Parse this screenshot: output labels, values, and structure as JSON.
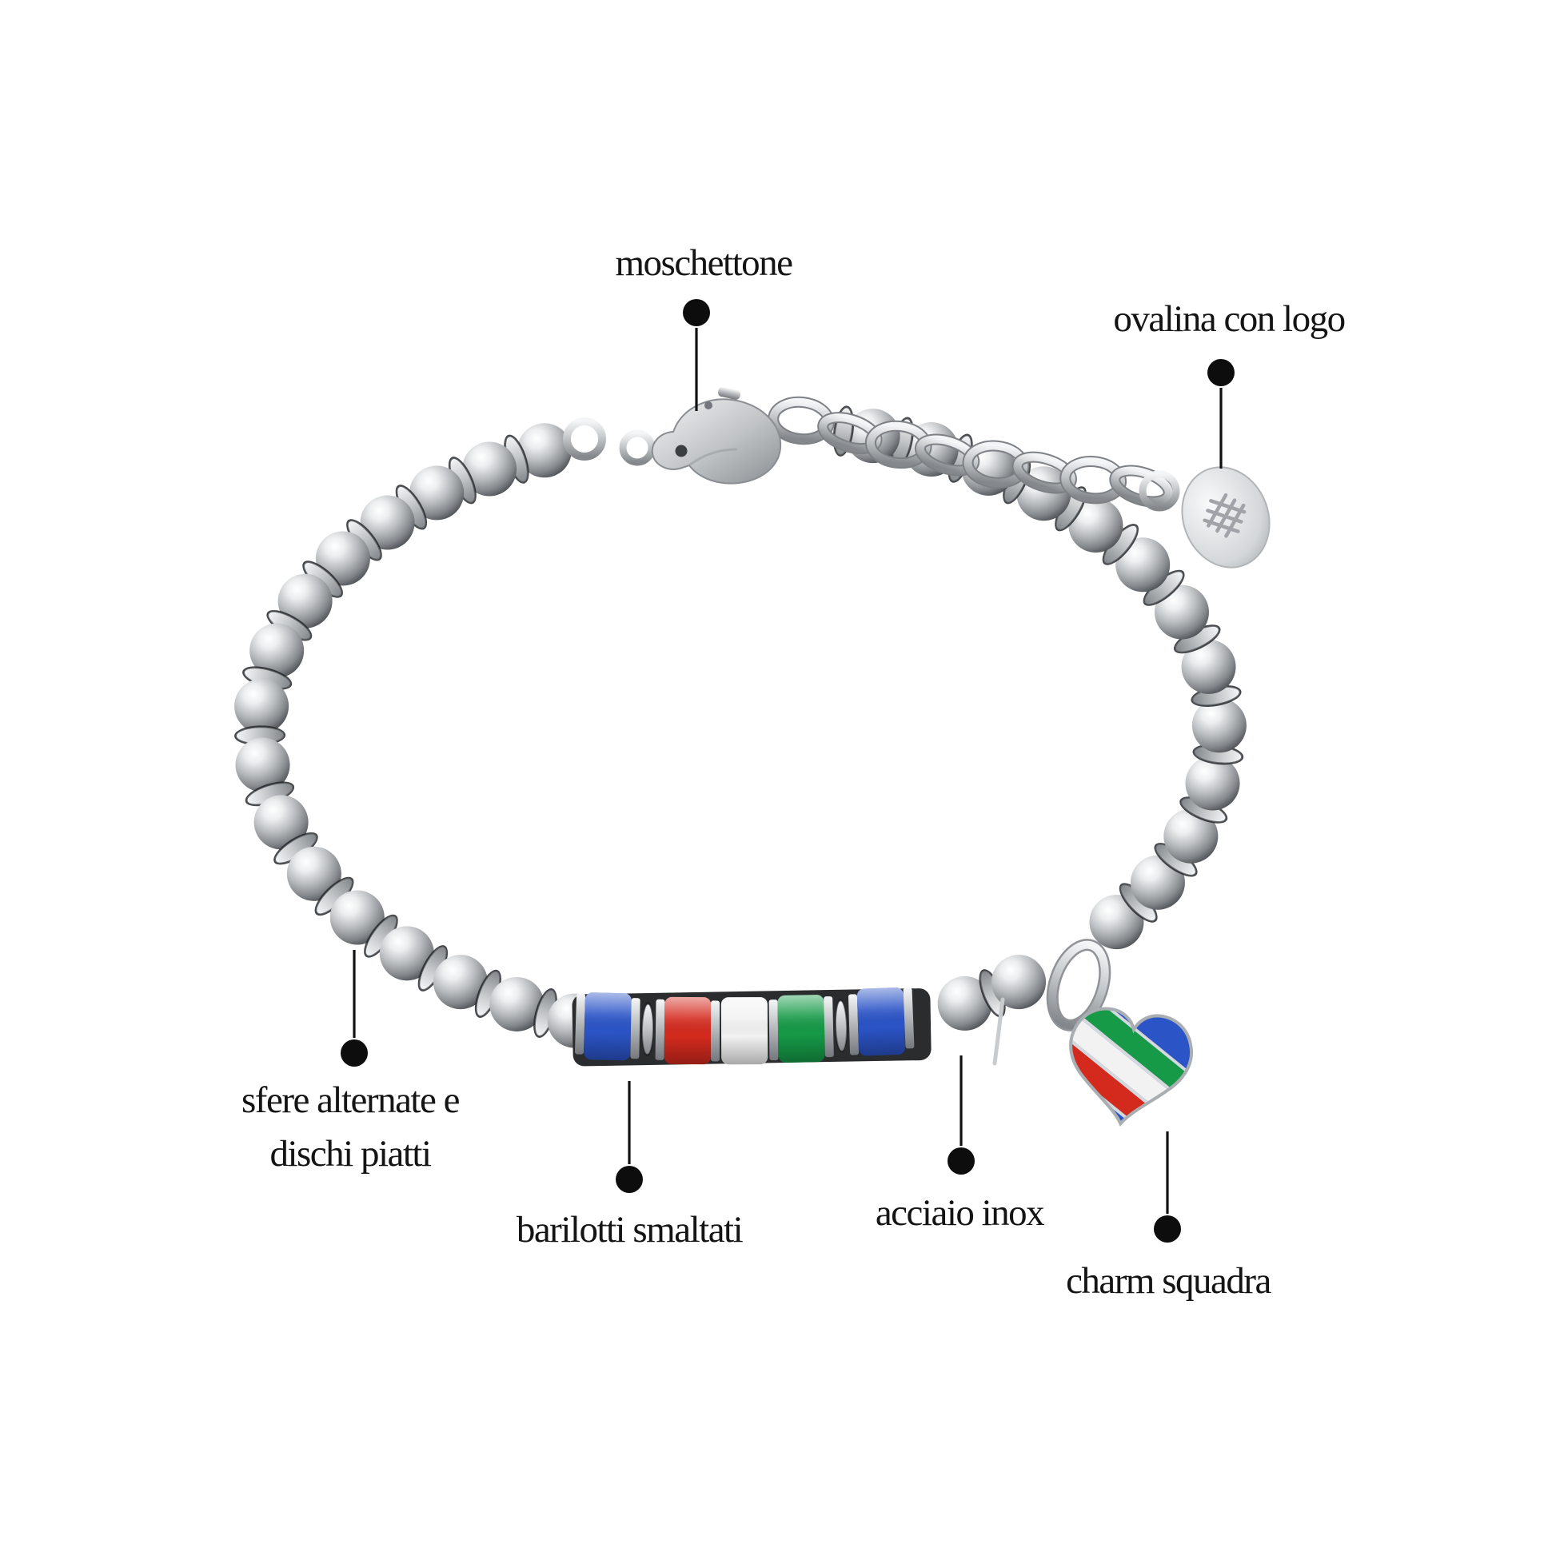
{
  "canvas": {
    "background": "#ffffff"
  },
  "annotations": {
    "moschettone": "moschettone",
    "ovalina": "ovalina con logo",
    "sfere_line1": "sfere alternate e",
    "sfere_line2": "dischi piatti",
    "barilotti": "barilotti smaltati",
    "acciaio": "acciaio inox",
    "charm": "charm squadra"
  },
  "bracelet": {
    "metal_color": "#c7cacd",
    "enamel_barrel_colors": [
      "#2b54c7",
      "#d42a1e",
      "#f2f2f2",
      "#169a47",
      "#2b54c7"
    ],
    "heart_charm": {
      "base_color": "#2b54c7",
      "stripe_colors": [
        "#169a47",
        "#f2f2f2",
        "#d42a1e"
      ],
      "stripe_separator_color": "#d6d9db"
    }
  }
}
